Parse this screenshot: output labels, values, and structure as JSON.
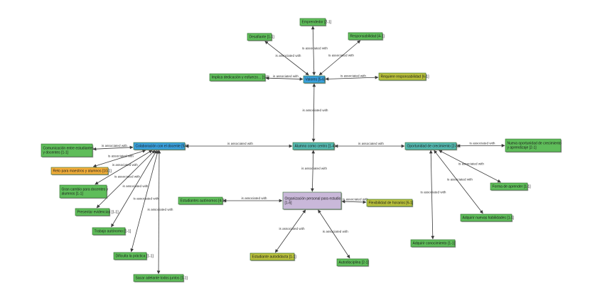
{
  "palette": {
    "green": "#5fbd5a",
    "blue": "#3aa0dc",
    "teal": "#55b8b0",
    "olive": "#b8bf3c",
    "orange": "#f2ad3a",
    "lavender": "#c9b8d9",
    "border": "#2f6b2c",
    "line": "#3a3a3a"
  },
  "nodes": {
    "emprendedor": {
      "label": "Emprendedor [2-1]",
      "color": "green"
    },
    "desafiante": {
      "label": "Desafiante [1-1]",
      "color": "green"
    },
    "responsabilidad": {
      "label": "Responsabilidad [4-1]",
      "color": "green"
    },
    "implica_dedicacion": {
      "label": "Implica dedicación y esfuerzo... [1-0]",
      "color": "green"
    },
    "valores": {
      "label": "Valores [5-6]",
      "color": "blue"
    },
    "requiere_resp": {
      "label": "Requiere responsabilidad [6-1]",
      "color": "olive"
    },
    "alumno_centro": {
      "label": "Alumno como centro [1-4]",
      "color": "teal"
    },
    "colaboracion": {
      "label": "Colaboración con el docente [5-6]",
      "color": "blue"
    },
    "comunicacion": {
      "label": "Comunicación entre estudiantes y docentes [1-1]",
      "color": "green"
    },
    "reto": {
      "label": "Reto para maestros y alumnos [10-1]",
      "color": "orange"
    },
    "gran_cambio": {
      "label": "Gran cambio para docentes y alumnos [1-1]",
      "color": "green"
    },
    "presentar": {
      "label": "Presentar evidencias [1-1]",
      "color": "green"
    },
    "trabajo_auto": {
      "label": "Trabajo autónomo [1-1]",
      "color": "green"
    },
    "dificulta": {
      "label": "Dificulta la práctica [1-1]",
      "color": "green"
    },
    "sacar": {
      "label": "Sacar adelante todos juntos [1-1]",
      "color": "green"
    },
    "oportunidad": {
      "label": "Oportunidad de crecimiento [2-5]",
      "color": "teal"
    },
    "nueva_oportunidad": {
      "label": "Nueva oportunidad de crecimiento y aprendizaje [2-1]",
      "color": "green"
    },
    "forma_aprender": {
      "label": "Forma de aprender [1-1]",
      "color": "green"
    },
    "adquirir_habilidades": {
      "label": "Adquirir nuevas habilidades [1-1]",
      "color": "green"
    },
    "adquirir_conocimiento": {
      "label": "Adquirir conocimiento [1-1]",
      "color": "green"
    },
    "organizacion": {
      "label": "Organización personal para estudio [1-6]",
      "color": "lavender"
    },
    "estudiantes_autonomos": {
      "label": "Estudiantes autónomos [4-1]",
      "color": "green"
    },
    "flexibilidad": {
      "label": "Flexibilidad de horarios [6-1]",
      "color": "olive"
    },
    "estudiante_autodidacta": {
      "label": "Estudiante autodidacta [1-1]",
      "color": "olive"
    },
    "autodisciplina": {
      "label": "Autodisciplina [2-1]",
      "color": "green"
    }
  },
  "edges": [
    {
      "from": "valores",
      "to": "emprendedor",
      "label": "is associated with"
    },
    {
      "from": "valores",
      "to": "desafiante",
      "label": "is associated with"
    },
    {
      "from": "valores",
      "to": "responsabilidad",
      "label": "is associated with"
    },
    {
      "from": "valores",
      "to": "implica_dedicacion",
      "label": "is associated with"
    },
    {
      "from": "valores",
      "to": "requiere_resp",
      "label": "is associated with"
    },
    {
      "from": "alumno_centro",
      "to": "valores",
      "label": "is associated with"
    },
    {
      "from": "alumno_centro",
      "to": "colaboracion",
      "label": "is associated with"
    },
    {
      "from": "alumno_centro",
      "to": "oportunidad",
      "label": "is associated with"
    },
    {
      "from": "alumno_centro",
      "to": "organizacion",
      "label": "is associated with"
    },
    {
      "from": "colaboracion",
      "to": "comunicacion",
      "label": "is associated with"
    },
    {
      "from": "colaboracion",
      "to": "reto",
      "label": "is associated with"
    },
    {
      "from": "colaboracion",
      "to": "gran_cambio",
      "label": "is associated with"
    },
    {
      "from": "colaboracion",
      "to": "presentar",
      "label": "is associated with"
    },
    {
      "from": "colaboracion",
      "to": "trabajo_auto",
      "label": "is associated with"
    },
    {
      "from": "colaboracion",
      "to": "dificulta",
      "label": "is associated with"
    },
    {
      "from": "colaboracion",
      "to": "sacar",
      "label": "is associated with"
    },
    {
      "from": "oportunidad",
      "to": "nueva_oportunidad",
      "label": "is associated with"
    },
    {
      "from": "oportunidad",
      "to": "forma_aprender",
      "label": "is associated with"
    },
    {
      "from": "oportunidad",
      "to": "adquirir_habilidades",
      "label": "is associated with"
    },
    {
      "from": "oportunidad",
      "to": "adquirir_conocimiento",
      "label": "is associated with"
    },
    {
      "from": "organizacion",
      "to": "estudiantes_autonomos",
      "label": "is associated with"
    },
    {
      "from": "organizacion",
      "to": "flexibilidad",
      "label": "is associated with"
    },
    {
      "from": "organizacion",
      "to": "estudiante_autodidacta",
      "label": "is associated with"
    },
    {
      "from": "organizacion",
      "to": "autodisciplina",
      "label": "is associated with"
    }
  ]
}
